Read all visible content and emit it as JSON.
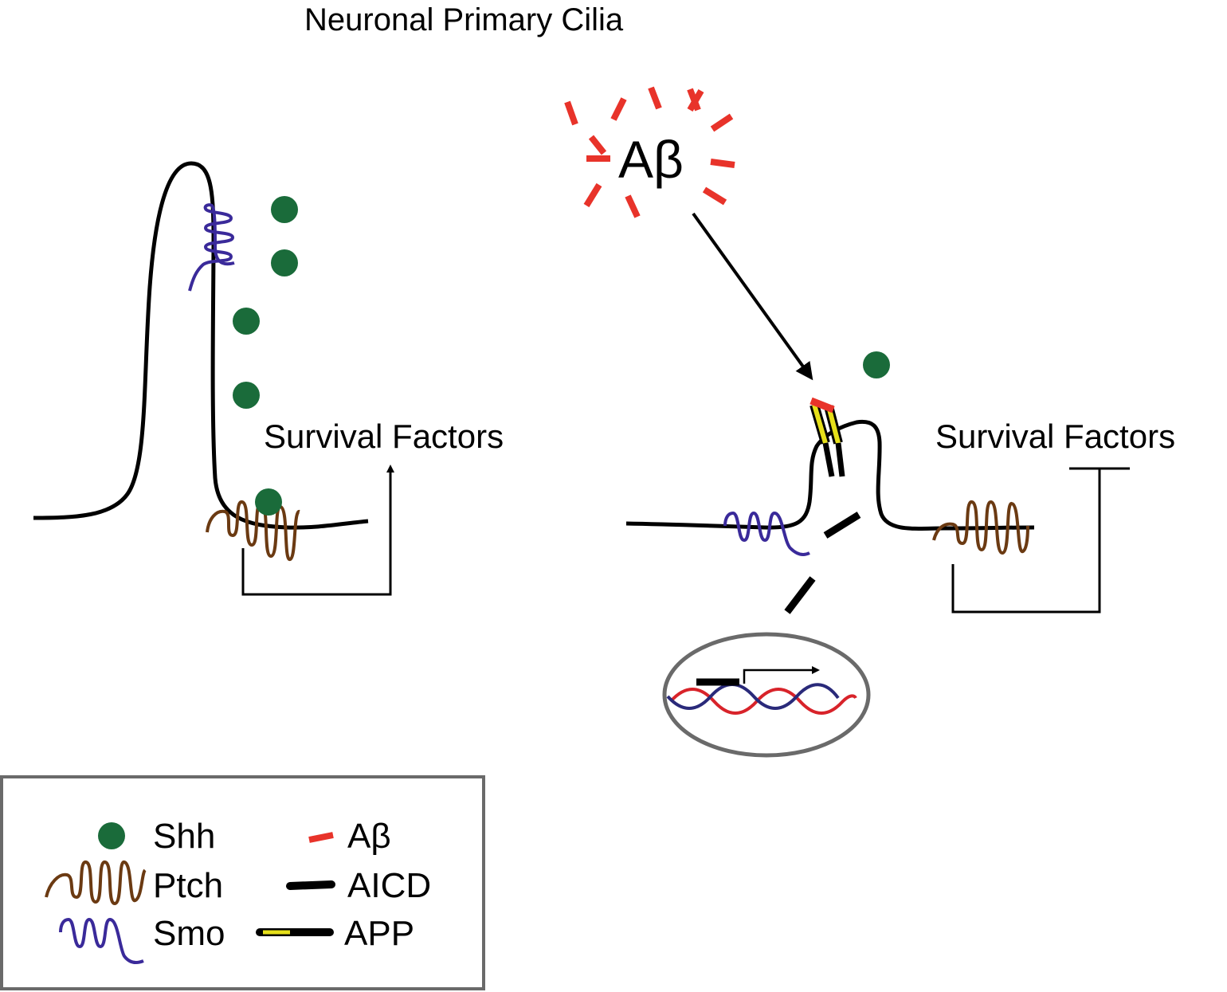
{
  "title": "Neuronal Primary Cilia",
  "left_panel": {
    "survival_label": "Survival Factors"
  },
  "right_panel": {
    "abeta_label": "Aβ",
    "survival_label": "Survival Factors"
  },
  "legend": {
    "items": [
      {
        "label": "Shh",
        "icon": "shh-icon"
      },
      {
        "label": "Ptch",
        "icon": "ptch-icon"
      },
      {
        "label": "Smo",
        "icon": "smo-icon"
      },
      {
        "label": "Aβ",
        "icon": "abeta-icon"
      },
      {
        "label": "AICD",
        "icon": "aicd-icon"
      },
      {
        "label": "APP",
        "icon": "app-icon"
      }
    ]
  },
  "colors": {
    "shh": "#1a6b3a",
    "ptch": "#6b3a12",
    "smo": "#3a2a9a",
    "abeta": "#e8332a",
    "app_yellow": "#e6e01a",
    "dna_red": "#d8232a",
    "dna_blue": "#2a2a7a",
    "nucleus_border": "#6a6a6a"
  }
}
